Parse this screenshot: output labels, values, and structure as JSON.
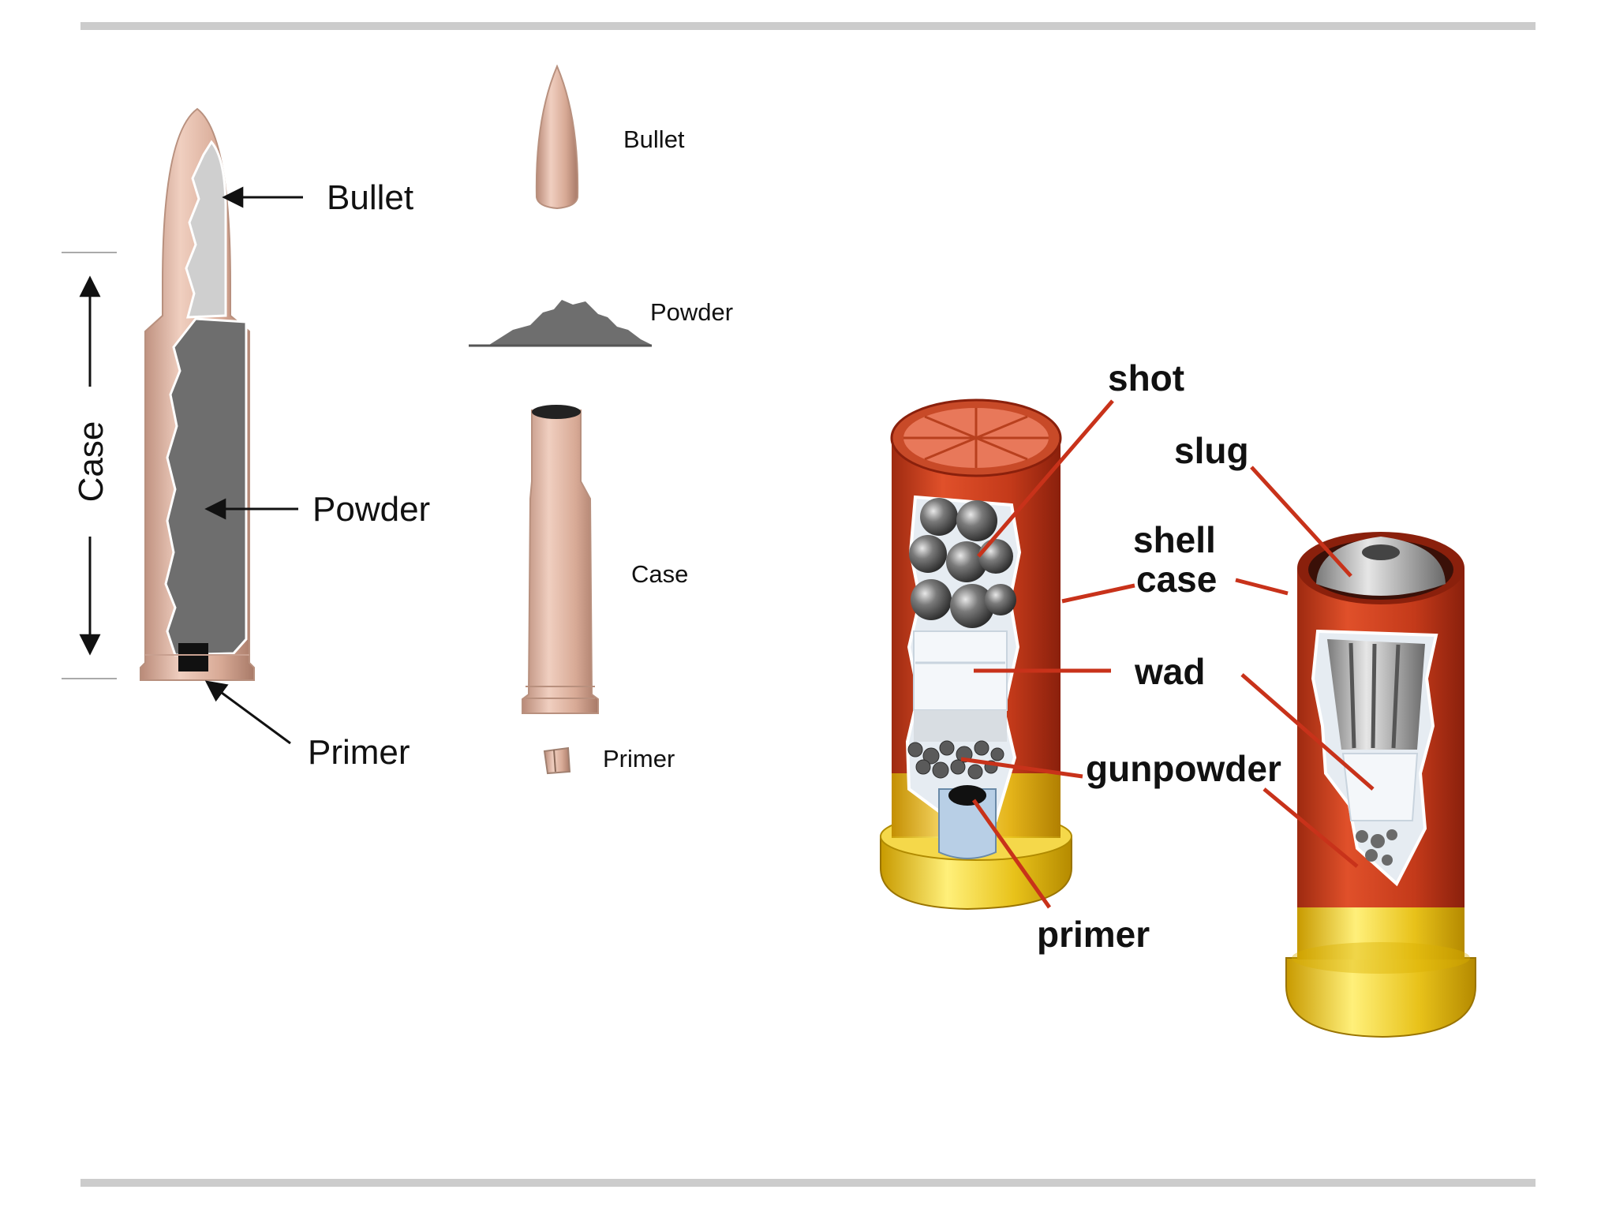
{
  "cartridge_assembled": {
    "bullet_label": "Bullet",
    "powder_label": "Powder",
    "primer_label": "Primer",
    "case_label": "Case"
  },
  "cartridge_exploded": {
    "bullet_label": "Bullet",
    "powder_label": "Powder",
    "case_label": "Case",
    "primer_label": "Primer"
  },
  "shotgun_shells": {
    "shot_label": "shot",
    "slug_label": "slug",
    "shell_label": "shell",
    "case_label": "case",
    "wad_label": "wad",
    "gunpowder_label": "gunpowder",
    "primer_label": "primer"
  },
  "colors": {
    "brass": "#d9ab98",
    "powder": "#6e6e6e",
    "shell_red": "#c43a1a",
    "shell_brass": "#e8c21a",
    "leader_red": "#c8321a",
    "rule_gray": "#cccccc"
  }
}
